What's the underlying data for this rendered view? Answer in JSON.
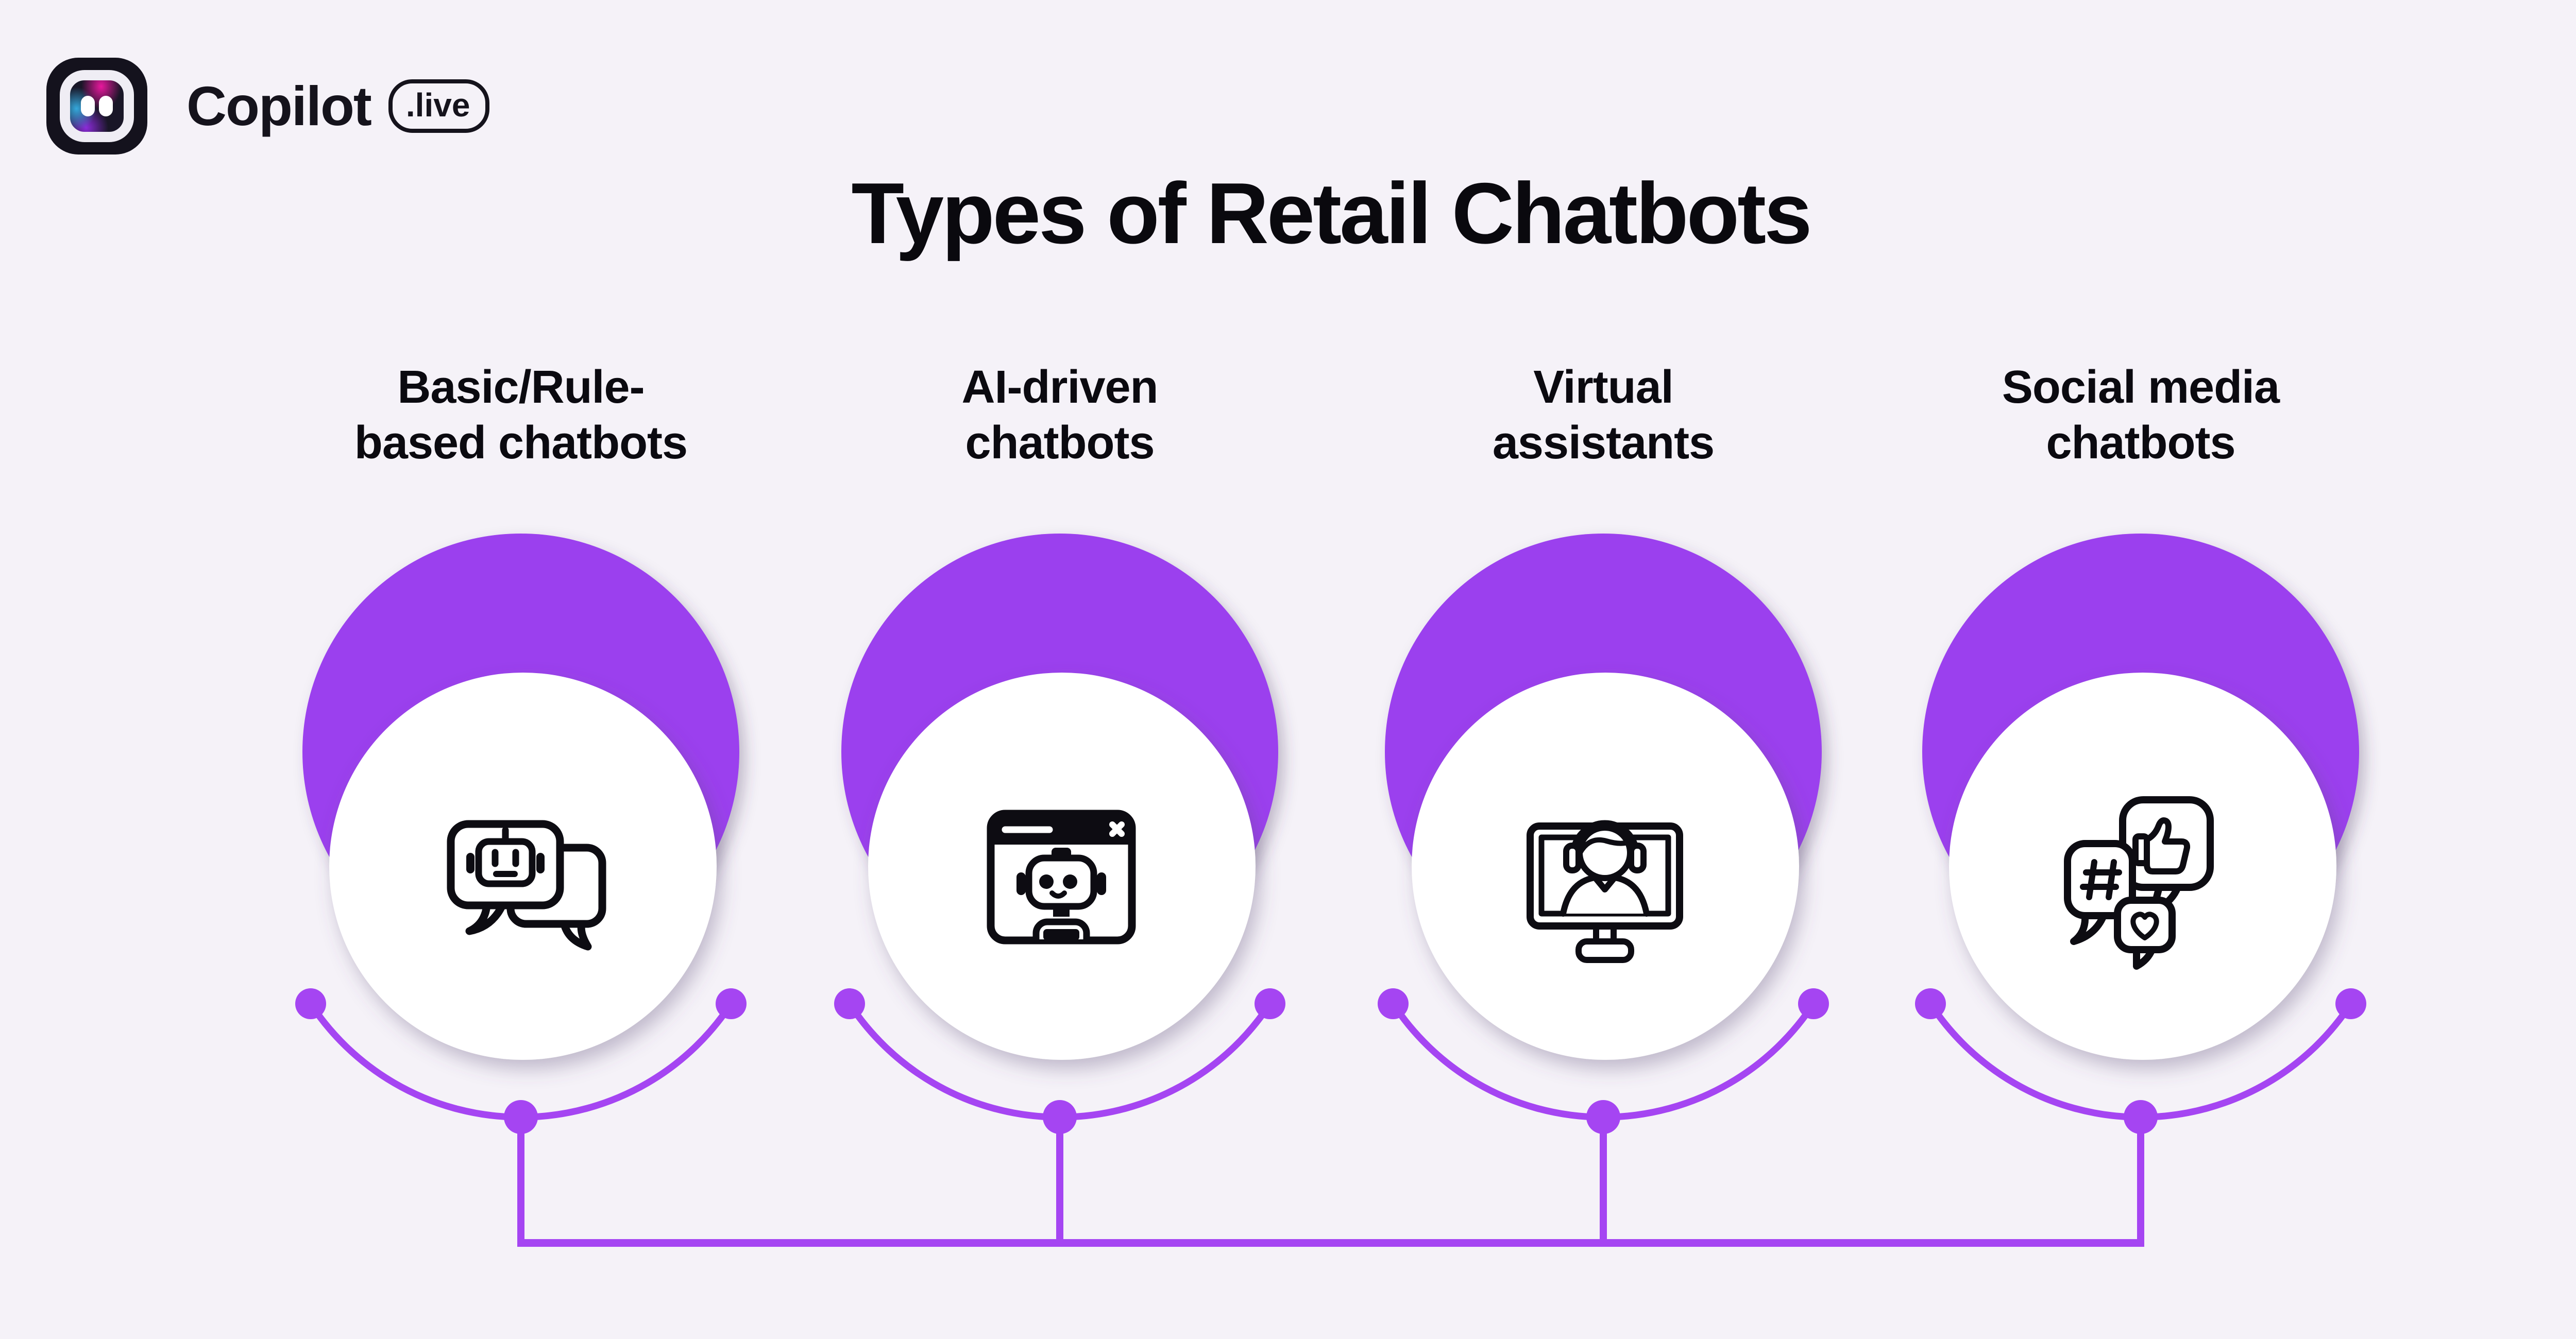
{
  "title": "Types of Retail Chatbots",
  "brand": {
    "name": "Copilot",
    "badge": ".live",
    "logo": "copilot-robot-eyes-logo"
  },
  "colors": {
    "background": "#F5F2F8",
    "circle_purple": "#9B40EE",
    "connector_purple": "#A545F2",
    "text_dark": "#0B0A10",
    "node_fill": "#FFFFFF"
  },
  "groups": [
    {
      "label_line1": "Basic/Rule-",
      "label_line2": "based chatbots",
      "icon": "robot-chat-bubbles-icon"
    },
    {
      "label_line1": "AI-driven",
      "label_line2": "chatbots",
      "icon": "browser-robot-icon"
    },
    {
      "label_line1": "Virtual",
      "label_line2": "assistants",
      "icon": "support-agent-monitor-icon"
    },
    {
      "label_line1": "Social media",
      "label_line2": "chatbots",
      "icon": "social-media-reactions-icon"
    }
  ]
}
